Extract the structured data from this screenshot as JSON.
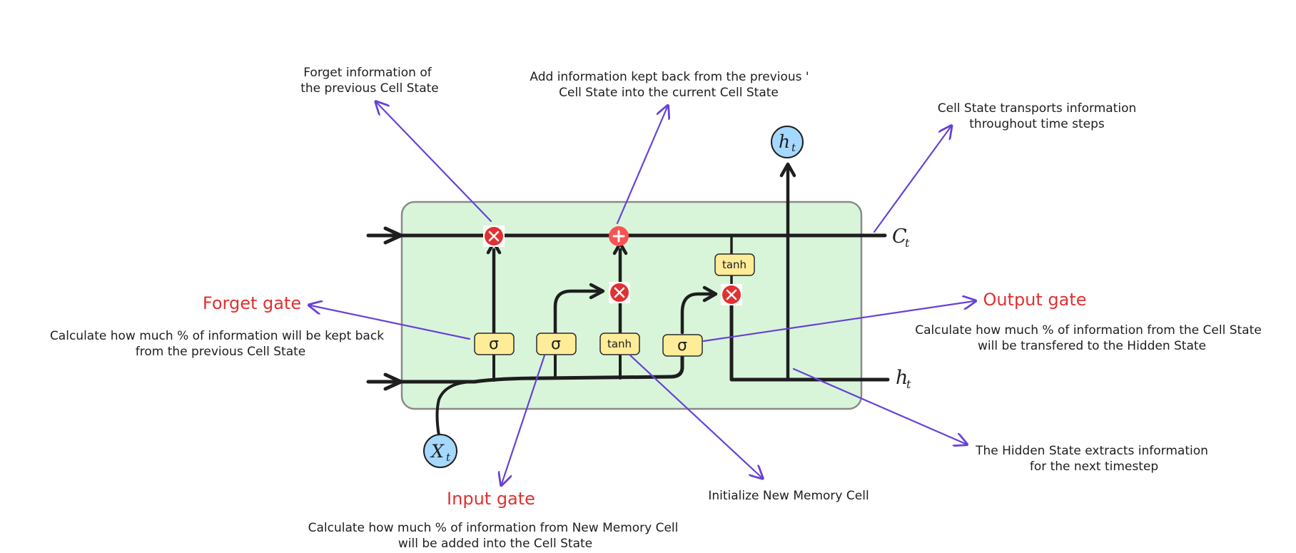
{
  "labels": {
    "cell_state_symbol": "C",
    "cell_state_sub": "t",
    "hidden_state_symbol": "h",
    "hidden_state_sub": "t",
    "hidden_top_symbol": "h",
    "hidden_top_sub": "t",
    "input_symbol": "X",
    "input_sub": "t"
  },
  "gates": {
    "forget_sigma": "σ",
    "input_sigma": "σ",
    "candidate_tanh": "tanh",
    "output_sigma": "σ",
    "cell_tanh": "tanh"
  },
  "annotations": {
    "forget_info_line1": "Forget information of",
    "forget_info_line2": "the previous Cell State",
    "add_info_line1": "Add information kept back from the previous '",
    "add_info_line2": "Cell State into the current Cell State",
    "cell_transport_line1": "Cell State transports information",
    "cell_transport_line2": "throughout time steps",
    "forget_gate_title": "Forget gate",
    "forget_gate_desc_line1": "Calculate how much % of information will be kept back",
    "forget_gate_desc_line2": "from the previous Cell State",
    "output_gate_title": "Output gate",
    "output_gate_desc_line1": "Calculate how much % of information from the Cell State",
    "output_gate_desc_line2": "will be transfered to the Hidden State",
    "hidden_extract_line1": "The Hidden State extracts information",
    "hidden_extract_line2": "for the next timestep",
    "input_gate_title": "Input gate",
    "input_gate_desc_line1": "Calculate how much % of information from New Memory Cell",
    "input_gate_desc_line2": "will be added into the Cell State",
    "new_memory_cell": "Initialize New Memory Cell"
  },
  "colors": {
    "cell_fill": "#d8f5d9",
    "cell_stroke": "#8a8a8a",
    "gate_fill": "#ffec99",
    "gate_stroke": "#2a2a2a",
    "node_fill": "#a5d8ff",
    "op_red": "#e03131",
    "plus_red": "#fa5252",
    "arrow_purple": "#6741d9",
    "title_red": "#e03131",
    "line": "#1e1e1e"
  }
}
